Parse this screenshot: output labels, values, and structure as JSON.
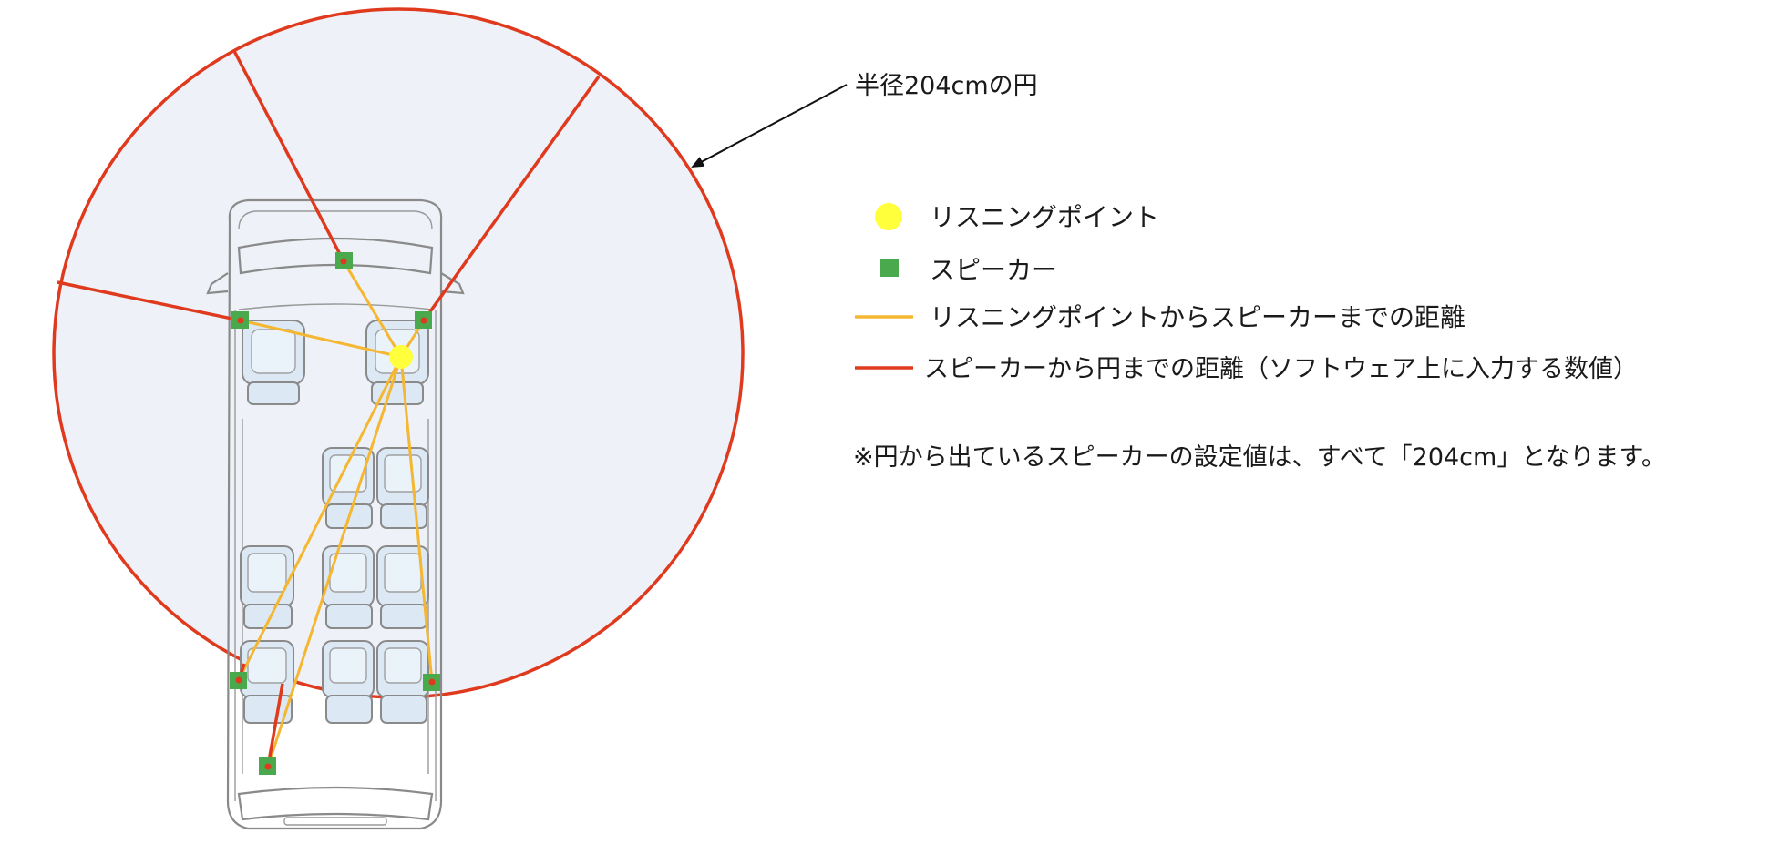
{
  "colors": {
    "circle_fill": "#eef1f8",
    "radius_line": "#e03a1e",
    "listening_line": "#f5b731",
    "listening_point": "#ffff3c",
    "speaker": "#4aa84d",
    "arrow": "#111111",
    "text": "#1a1a1a"
  },
  "annotation": {
    "circle_label": "半径204cmの円"
  },
  "legend": {
    "items": [
      {
        "marker": "circle",
        "label": "リスニングポイント"
      },
      {
        "marker": "square",
        "label": "スピーカー"
      },
      {
        "marker": "orange-line",
        "label": "リスニングポイントからスピーカーまでの距離"
      },
      {
        "marker": "red-line",
        "label": "スピーカーから円までの距離（ソフトウェア上に入力する数値）"
      }
    ]
  },
  "note": "※円から出ているスピーカーの設定値は、すべて「204cm」となります。",
  "icons": [
    "listening-point-icon",
    "speaker-icon",
    "arrow-icon",
    "van-top-view-icon"
  ]
}
